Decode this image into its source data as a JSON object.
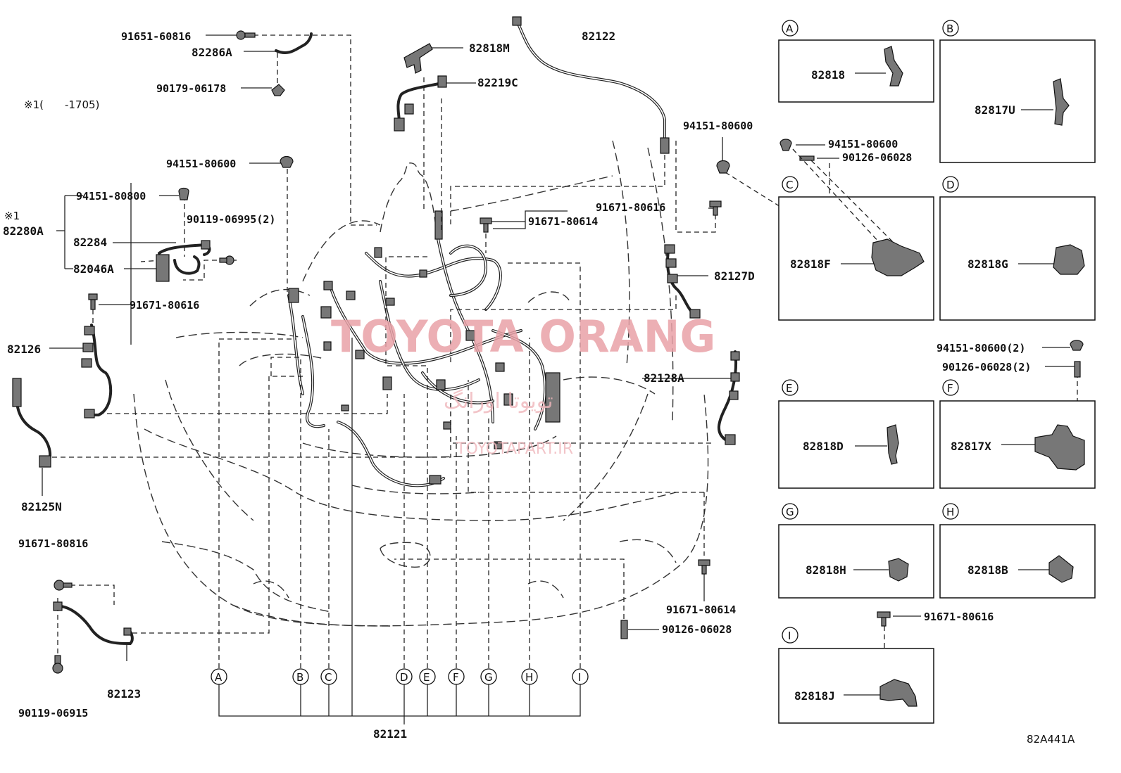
{
  "labels": {
    "p91651_60816": "91651-60816",
    "p82286A": "82286A",
    "p90179_06178": "90179-06178",
    "note1": "※1(　　-1705)",
    "p94151_80600_a": "94151-80600",
    "p94151_80800": "94151-80800",
    "mark1": "※1",
    "p82280A": "82280A",
    "p90119_06995": "90119-06995(2)",
    "p82284": "82284",
    "p82046A": "82046A",
    "p91671_80616_a": "91671-80616",
    "p82126": "82126",
    "p82125N": "82125N",
    "p91671_80816": "91671-80816",
    "p90119_06915": "90119-06915",
    "p82123": "82123",
    "p82818M": "82818M",
    "p82219C": "82219C",
    "p82122": "82122",
    "p94151_80600_b": "94151-80600",
    "p91671_80616_b": "91671-80616",
    "p91671_80614_a": "91671-80614",
    "p82127D": "82127D",
    "p82128A": "82128A",
    "p91671_80614_b": "91671-80614",
    "p90126_06028_a": "90126-06028",
    "p82121": "82121"
  },
  "callouts": [
    "A",
    "B",
    "C",
    "D",
    "E",
    "F",
    "G",
    "H",
    "I"
  ],
  "detail_boxes": {
    "A": {
      "letter": "A",
      "part": "82818"
    },
    "B": {
      "letter": "B",
      "part": "82817U"
    },
    "C": {
      "letter": "C",
      "part": "82818F",
      "extra1": "94151-80600",
      "extra2": "90126-06028"
    },
    "D": {
      "letter": "D",
      "part": "82818G"
    },
    "E": {
      "letter": "E",
      "part": "82818D"
    },
    "F": {
      "letter": "F",
      "part": "82817X",
      "extra1": "94151-80600(2)",
      "extra2": "90126-06028(2)"
    },
    "G": {
      "letter": "G",
      "part": "82818H"
    },
    "H": {
      "letter": "H",
      "part": "82818B"
    },
    "I": {
      "letter": "I",
      "part": "82818J",
      "extra1": "91671-80616"
    }
  },
  "watermark": {
    "main": "TOYOTA ORANG",
    "persian": "تویوتا اورانگ",
    "site": "TOYOTAPART.IR"
  },
  "diagram_code": "82A441A"
}
